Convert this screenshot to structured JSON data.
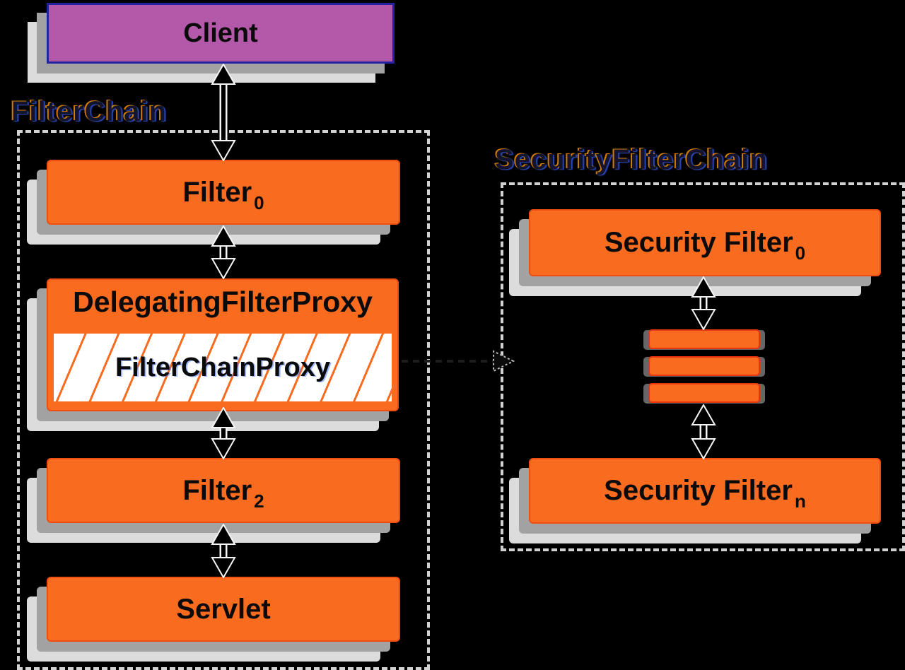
{
  "diagram": {
    "client": {
      "label": "Client"
    },
    "filter_chain": {
      "title": "FilterChain",
      "filter0": {
        "label": "Filter",
        "sub": "0"
      },
      "delegating_filter_proxy": {
        "label": "DelegatingFilterProxy"
      },
      "filter_chain_proxy": {
        "label": "FilterChainProxy"
      },
      "filter2": {
        "label": "Filter",
        "sub": "2"
      },
      "servlet": {
        "label": "Servlet"
      }
    },
    "security_filter_chain": {
      "title": "SecurityFilterChain",
      "security_filter0": {
        "label": "Security Filter",
        "sub": "0"
      },
      "ellipsis_bars": 3,
      "security_filtern": {
        "label": "Security Filter",
        "sub": "n"
      }
    },
    "colors": {
      "background": "#000000",
      "box_orange": "#F96C1F",
      "client_purple": "#B459A9",
      "client_border": "#2323A2",
      "shadow_mid": "#A2A2A2",
      "shadow_light": "#DCDCDC",
      "label_ink": "#14142E",
      "hatch_white": "#FFFFFF"
    }
  }
}
